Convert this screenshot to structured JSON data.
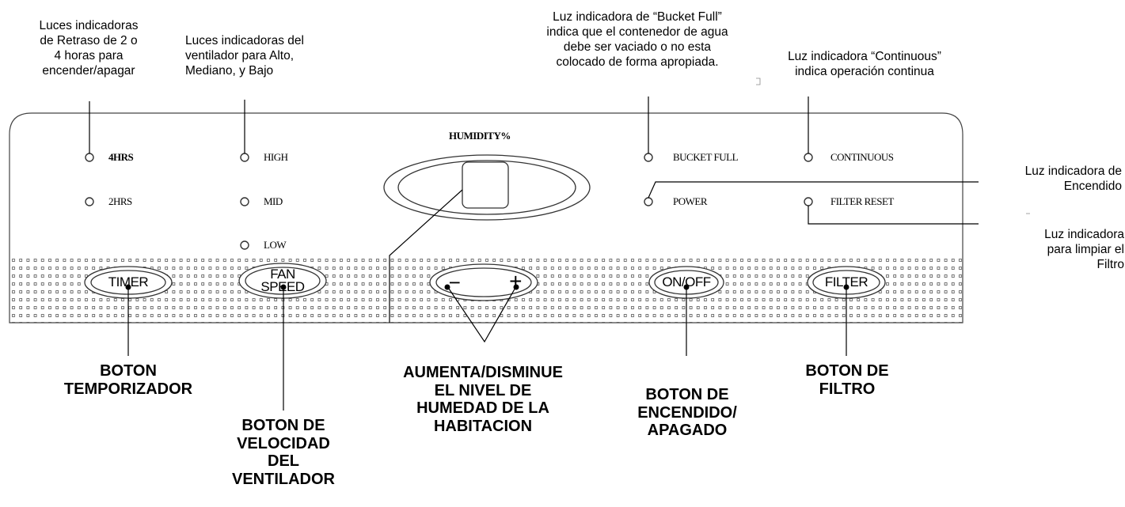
{
  "annotations": {
    "delay_lights": [
      "Luces indicadoras",
      "de Retraso de 2 o",
      "4 horas para",
      "encender/apagar"
    ],
    "fan_lights": [
      "Luces indicadoras del",
      "ventilador  para Alto,",
      "Mediano, y Bajo"
    ],
    "bucket_full_light": [
      "Luz indicadora de “Bucket Full”",
      "indica que el contenedor de agua",
      "debe ser vaciado o no esta",
      "colocado de forma apropiada."
    ],
    "continuous_light": [
      "Luz indicadora “Continuous”",
      "indica operación continua"
    ],
    "power_light": [
      "Luz  indicadora de",
      "Encendido"
    ],
    "filter_light": [
      "Luz indicadora",
      "para limpiar el",
      "Filtro"
    ]
  },
  "panel": {
    "humidity_label": "HUMIDITY%",
    "indicators": {
      "hrs4": "4HRS",
      "hrs2": "2HRS",
      "high": "HIGH",
      "mid": "MID",
      "low": "LOW",
      "bucket_full": "BUCKET FULL",
      "power": "POWER",
      "continuous": "CONTINUOUS",
      "filter_reset": "FILTER RESET"
    },
    "buttons": {
      "timer": "TIMER",
      "fan_speed": [
        "FAN",
        "SPEED"
      ],
      "minus": "−",
      "plus": "+",
      "on_off": "ON/OFF",
      "filter": "FILTER"
    }
  },
  "captions": {
    "timer": [
      "BOTON",
      "TEMPORIZADOR"
    ],
    "fan_speed": [
      "BOTON DE",
      "VELOCIDAD",
      "DEL",
      "VENTILADOR"
    ],
    "humidity": [
      "AUMENTA/DISMINUE",
      "EL NIVEL DE",
      "HUMEDAD DE LA",
      "HABITACION"
    ],
    "power": [
      "BOTON DE",
      "ENCENDIDO/",
      "APAGADO"
    ],
    "filter": [
      "BOTON DE",
      "FILTRO"
    ]
  },
  "colors": {
    "line": "#000000",
    "panel_stroke": "#444444",
    "dots": "#555555"
  }
}
